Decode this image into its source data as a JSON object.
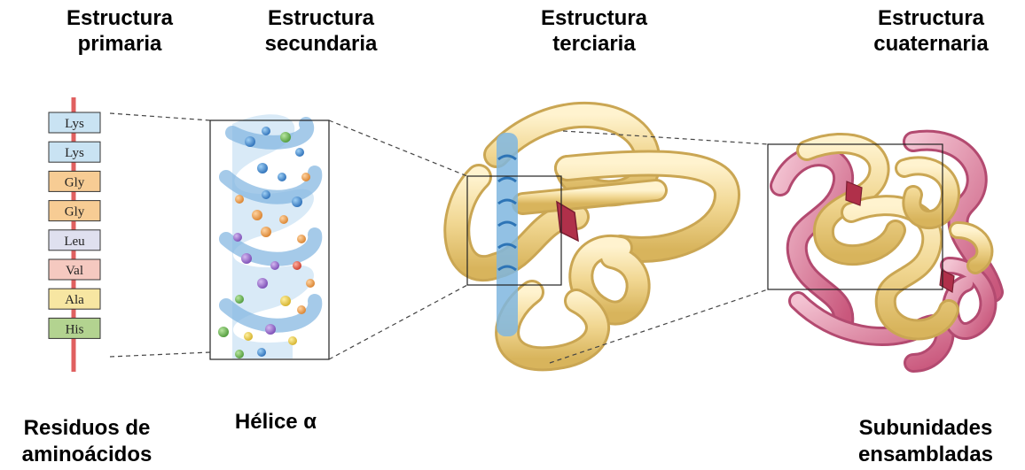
{
  "headers": {
    "primary": [
      "Estructura",
      "primaria"
    ],
    "secondary": [
      "Estructura",
      "secundaria"
    ],
    "tertiary": [
      "Estructura",
      "terciaria"
    ],
    "quaternary": [
      "Estructura",
      "cuaternaria"
    ]
  },
  "captions": {
    "primary": [
      "Residuos de",
      "aminoácidos"
    ],
    "secondary": [
      "Hélice α"
    ],
    "quaternary": [
      "Subunidades",
      "ensambladas"
    ]
  },
  "residues": [
    {
      "label": "Lys",
      "color": "#c9e3f3"
    },
    {
      "label": "Lys",
      "color": "#c9e3f3"
    },
    {
      "label": "Gly",
      "color": "#f7cc94"
    },
    {
      "label": "Gly",
      "color": "#f7cc94"
    },
    {
      "label": "Leu",
      "color": "#dfe0ef"
    },
    {
      "label": "Val",
      "color": "#f5c9c0"
    },
    {
      "label": "Ala",
      "color": "#f7e6a2"
    },
    {
      "label": "His",
      "color": "#b3d390"
    }
  ],
  "colors": {
    "backbone": "#e06060",
    "helix": "#8ec0e6",
    "tertiary_tube": "#f1d792",
    "quaternary_pink": "#d77a9a",
    "connector": "#444444"
  }
}
